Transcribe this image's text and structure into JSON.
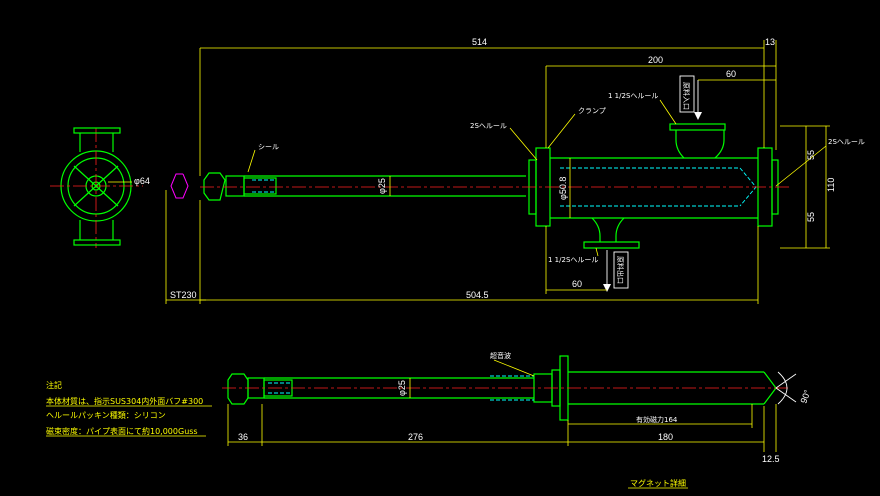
{
  "dims": {
    "total_length": "514",
    "end_gap": "13",
    "tee_span": "200",
    "inlet_offset": "60",
    "outlet_offset": "60",
    "base_length": "504.5",
    "stroke": "ST230",
    "half_height_top": "55",
    "half_height_bottom": "55",
    "height": "110",
    "dia_rod": "φ25",
    "dia_body": "φ50.8",
    "dia_end": "φ64",
    "rod_dia": "φ25",
    "len_a": "36",
    "len_b": "276",
    "len_c": "180",
    "effective_length": "有効磁力164",
    "tip": "12.5",
    "angle": "90°"
  },
  "labels": {
    "seal": "シール",
    "clamp": "クランプ",
    "ferrule_2s_left": "2Sヘルール",
    "ferrule_2s_right": "2Sヘルール",
    "ferrule_inlet": "1 1/2Sヘルール",
    "ferrule_outlet": "1 1/2Sヘルール",
    "inlet": "原料入口",
    "outlet": "原料出口",
    "sub_label": "超音波",
    "title": "マグネット詳細"
  },
  "notes": {
    "heading": "注記",
    "line1": "本体材質は、指示SUS304内外面バフ#300",
    "line2": "ヘルールパッキン種類：シリコン",
    "line3": "磁束密度：パイプ表面にて約10,000Guss"
  },
  "colors": {
    "outline": "#00ff00",
    "dimension": "#ffff00",
    "hidden": "#00ffff",
    "centerline": "#ff2020",
    "handle": "#ff00ff",
    "text": "#ffffff",
    "background": "#000000"
  }
}
